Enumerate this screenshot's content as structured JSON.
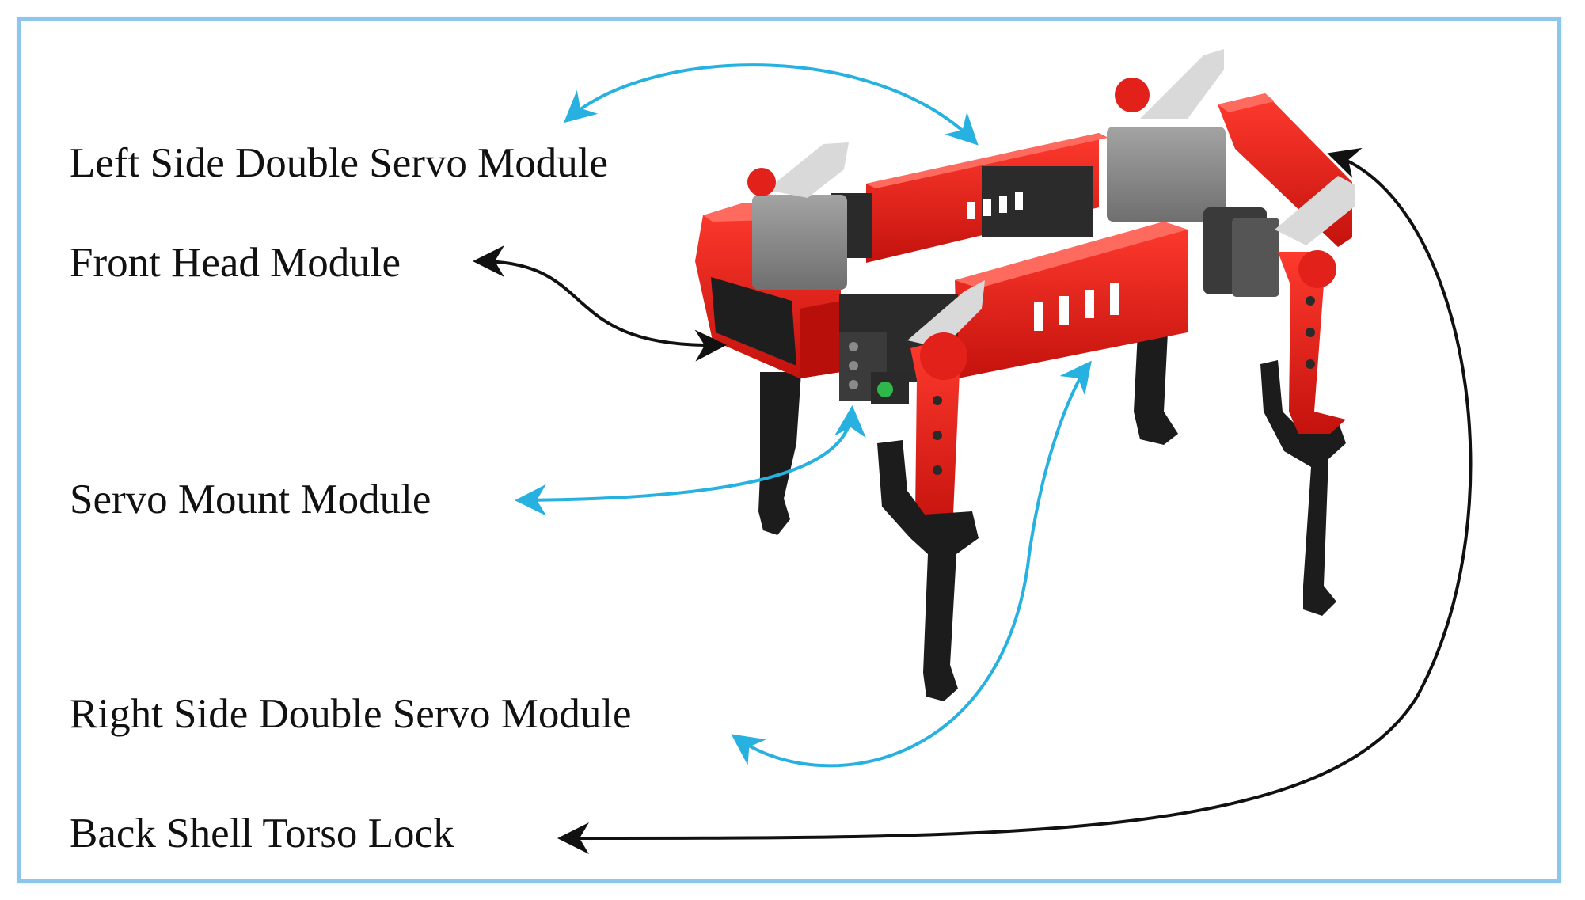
{
  "labels": {
    "left_side": "Left Side Double Servo Module",
    "front_head": "Front Head Module",
    "servo_mount": "Servo Mount Module",
    "right_side": "Right Side Double Servo Module",
    "back_shell": "Back Shell Torso Lock"
  },
  "colors": {
    "frame_border": "#8cc6ea",
    "cyan_arrow": "#27b1e0",
    "black_arrow": "#111111",
    "robot_red": "#e3211b",
    "servo_grey": "#8e8e8e",
    "bracket_light": "#d9d9d9",
    "leg_black": "#1a1a1a"
  },
  "icons": [
    "quadruped-robot-illustration",
    "arrow-icon"
  ]
}
